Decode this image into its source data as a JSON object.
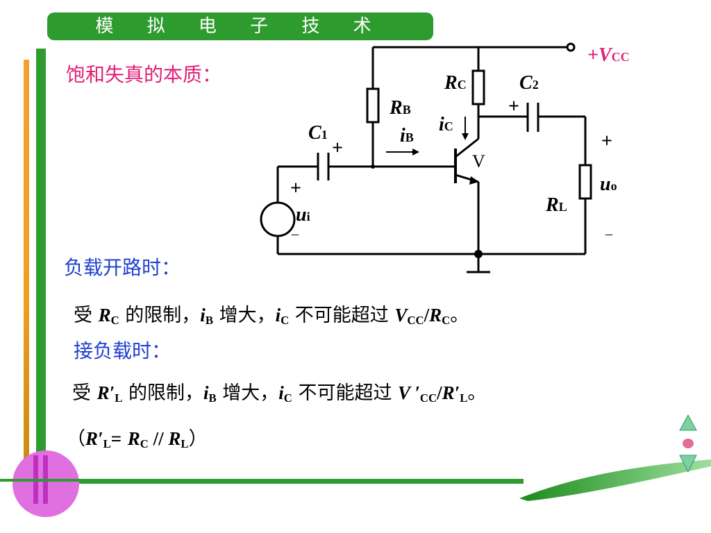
{
  "header": {
    "title": "模 拟 电 子 技 术"
  },
  "heading": "饱和失真的本质：",
  "section_open_circuit": "负载开路时：",
  "line1": {
    "prefix": "受",
    "r_symbol": "R",
    "r_sub": "C",
    "mid1": "的限制，",
    "ib": "i",
    "ib_sub": "B",
    "mid2": "增大，",
    "ic": "i",
    "ic_sub": "C",
    "mid3": "不可能超过",
    "v": "V",
    "v_sub": "CC",
    "slash": "/",
    "r2": "R",
    "r2_sub": "C",
    "end": "。"
  },
  "section_with_load": "接负载时：",
  "line2": {
    "prefix": "受",
    "r_symbol": "R′",
    "r_sub": "L",
    "mid1": "的限制，",
    "ib": "i",
    "ib_sub": "B",
    "mid2": "增大，",
    "ic": "i",
    "ic_sub": "C",
    "mid3": "不可能超过",
    "v": "V ′",
    "v_sub": "CC",
    "slash": "/",
    "r2": "R′",
    "r2_sub": "L",
    "end": "。"
  },
  "line3": {
    "open": "（",
    "r1": "R′",
    "r1_sub": "L",
    "eq": "=",
    "r2": "R",
    "r2_sub": "C",
    "par": " // ",
    "r3": "R",
    "r3_sub": "L",
    "close": "）"
  },
  "circuit": {
    "vcc": "+V",
    "vcc_sub": "CC",
    "rc": "R",
    "rc_sub": "C",
    "rb": "R",
    "rb_sub": "B",
    "c1": "C",
    "c1_sub": "1",
    "c2": "C",
    "c2_sub": "2",
    "ic": "i",
    "ic_sub": "C",
    "ib": "i",
    "ib_sub": "B",
    "transistor": "V",
    "rl": "R",
    "rl_sub": "L",
    "uo": "u",
    "uo_sub": "o",
    "ui": "u",
    "ui_sub": "i",
    "plus": "+",
    "minus": "–"
  },
  "colors": {
    "header_green": "#2e9b2e",
    "heading_pink": "#e0207a",
    "section_blue": "#1f3fcf",
    "accent_orange": "#f0a020",
    "decor_magenta": "#e070e0"
  }
}
